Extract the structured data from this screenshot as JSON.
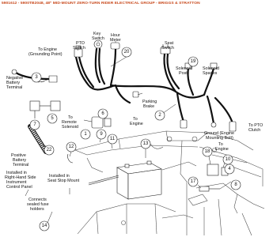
{
  "header": {
    "title": "5901612 - 5900TB2048, 48\" MID-MOUNT ZERO-TURN RIDER ELECTRICAL GROUP - BRIGGS & STRATTON"
  },
  "labels": {
    "key_switch": [
      "Key",
      "Switch"
    ],
    "hour_meter": [
      "Hour",
      "Meter"
    ],
    "pto_switch": [
      "PTO",
      "Switch"
    ],
    "seat_switch": [
      "Seat",
      "Switch"
    ],
    "engine_grounding": [
      "To Engine",
      "(Grounding Point)"
    ],
    "negative_battery": [
      "Negative",
      "Battery",
      "Terminal"
    ],
    "solenoid_post": [
      "Solenoid",
      "Post"
    ],
    "solenoid_spades": [
      "Solenoid",
      "Spades"
    ],
    "parking_brake": [
      "Parking",
      "Brake"
    ],
    "to_remote_solenoid": [
      "To",
      "Remote",
      "Solenoid"
    ],
    "to_engine_1": [
      "To",
      "Engine"
    ],
    "positive_battery": [
      "Positive",
      "Battery",
      "Terminal"
    ],
    "ground_engine": [
      "Ground (Engine",
      "Mounting Bolt)"
    ],
    "to_engine_2": [
      "To",
      "Engine"
    ],
    "to_pto_clutch": [
      "To PTO",
      "Clutch"
    ],
    "rhs_instrument": [
      "Installed in",
      "Right-Hand Side",
      "Instrument",
      "Control Panel"
    ],
    "seat_stop": [
      "Installed in",
      "Seat Stop Mount"
    ],
    "fuse_holders": [
      "Connects",
      "sealed fuse",
      "holders"
    ]
  },
  "callouts": [
    "20",
    "19",
    "3",
    "2",
    "7",
    "5",
    "6",
    "1",
    "22",
    "12",
    "9",
    "11",
    "13",
    "18",
    "10",
    "4",
    "8",
    "17",
    "14"
  ]
}
